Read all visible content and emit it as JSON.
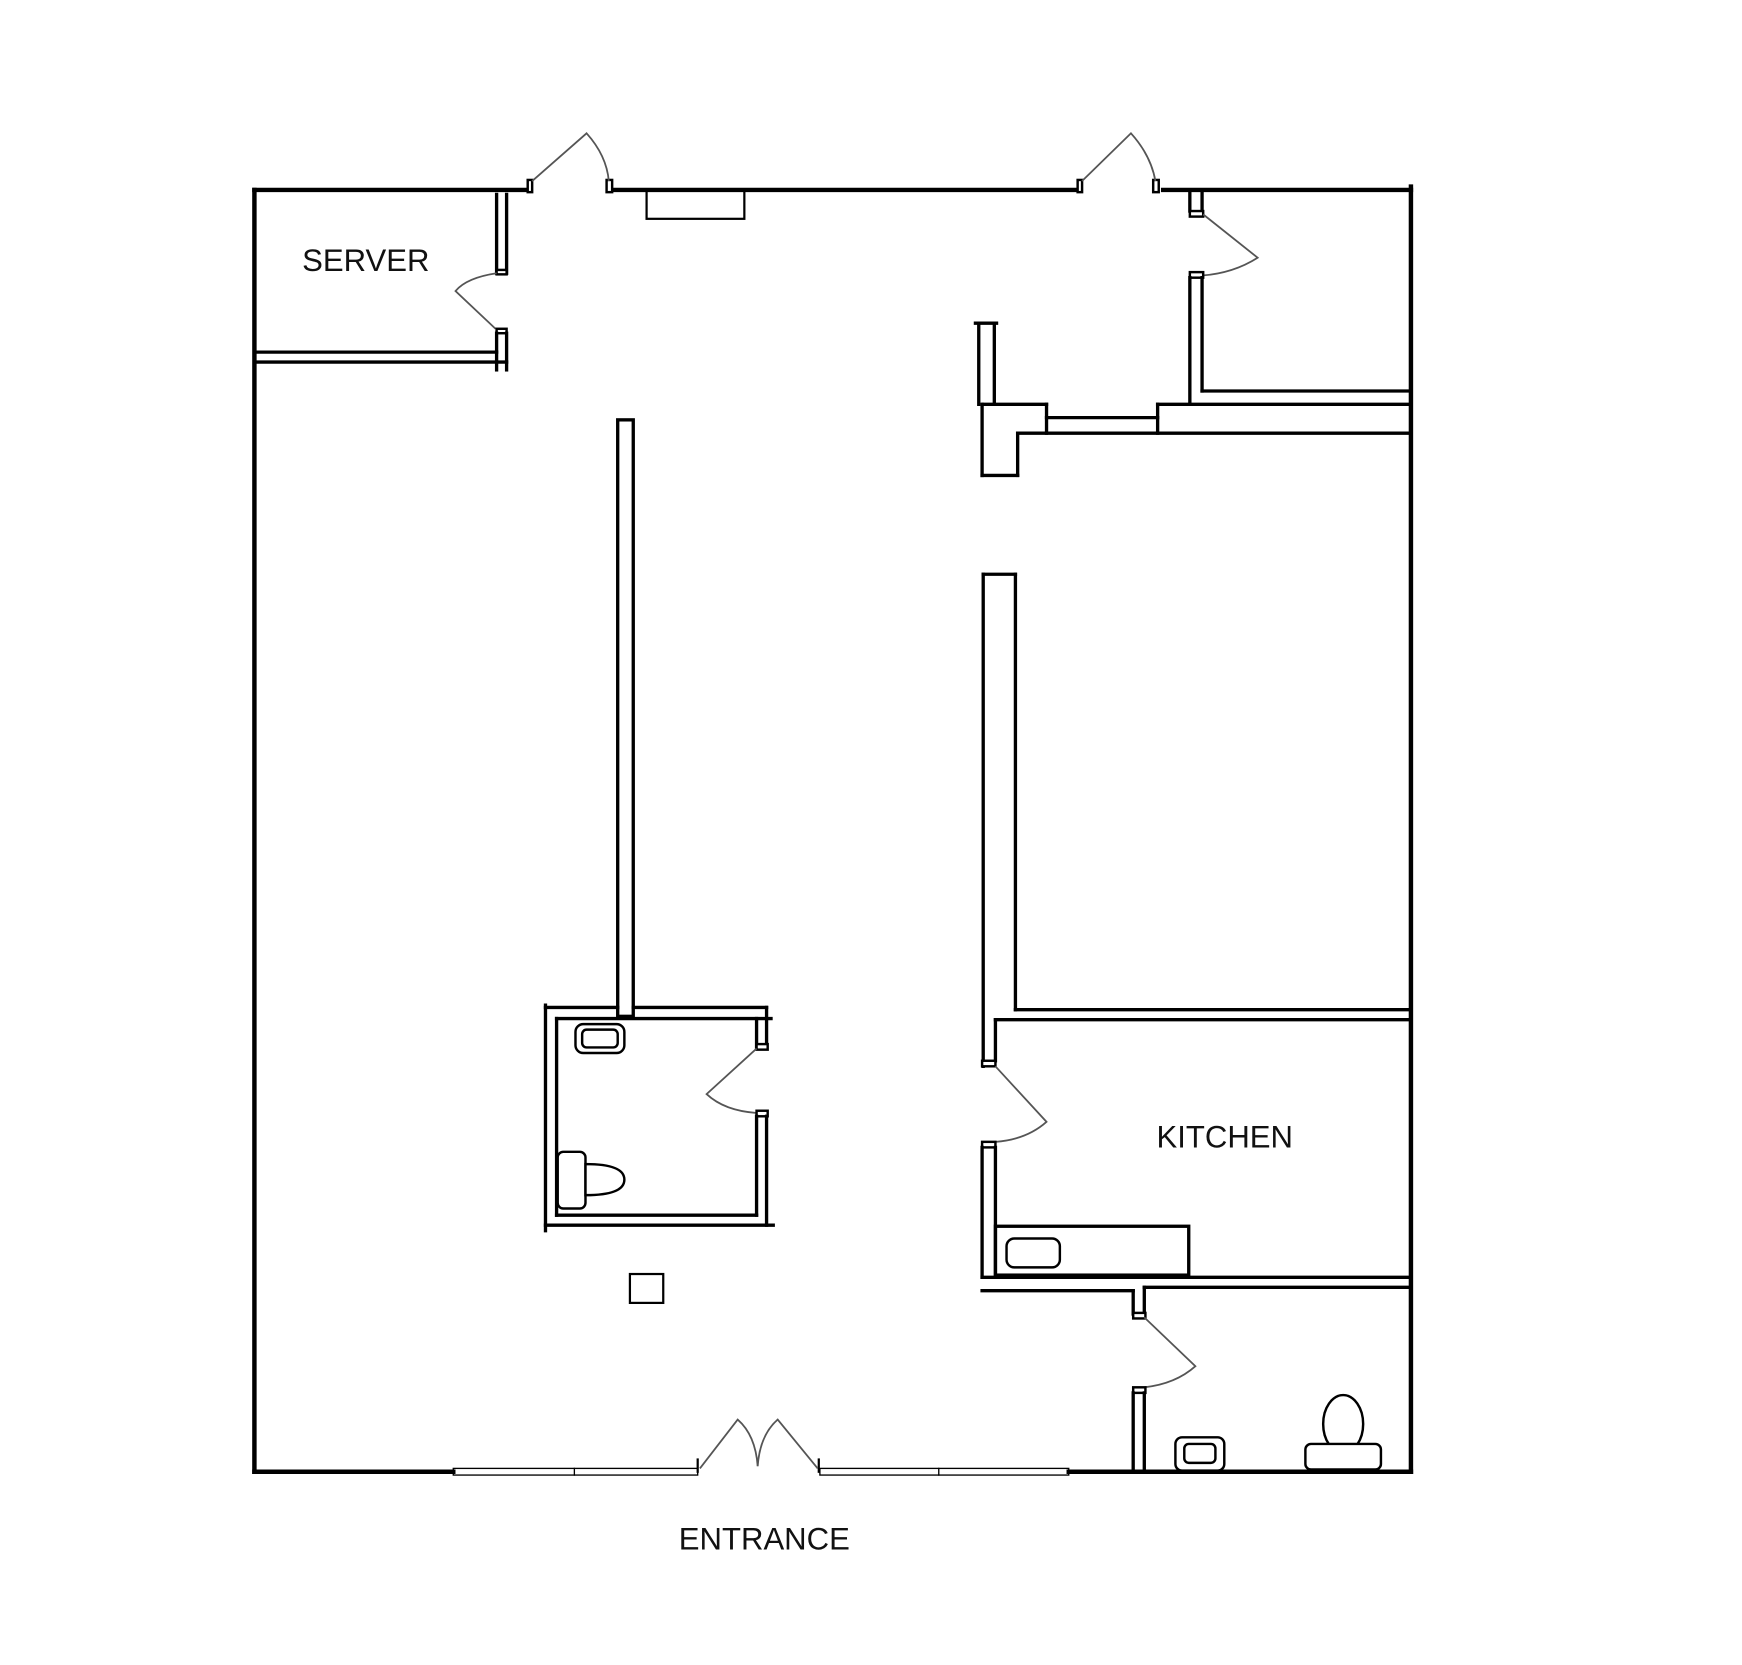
{
  "plan": {
    "title": "Floor plan",
    "colors": {
      "wall": "#000000",
      "background": "#ffffff",
      "door_swing": "#555555"
    }
  },
  "rooms": [
    {
      "id": "server",
      "label": "SERVER"
    },
    {
      "id": "kitchen",
      "label": "KITCHEN"
    },
    {
      "id": "restroom-center",
      "label": ""
    },
    {
      "id": "restroom-right",
      "label": ""
    },
    {
      "id": "office-right",
      "label": ""
    },
    {
      "id": "office-top-right",
      "label": ""
    }
  ],
  "labels": {
    "server": "SERVER",
    "kitchen": "KITCHEN",
    "entrance": "ENTRANCE"
  },
  "fixtures": [
    {
      "type": "sink",
      "room": "restroom-center"
    },
    {
      "type": "toilet",
      "room": "restroom-center"
    },
    {
      "type": "sink",
      "room": "kitchen"
    },
    {
      "type": "sink",
      "room": "restroom-right"
    },
    {
      "type": "toilet",
      "room": "restroom-right"
    }
  ],
  "doors": [
    "rear-door-left",
    "rear-door-right",
    "server-door",
    "top-right-office-door",
    "restroom-center-door",
    "kitchen-door",
    "restroom-right-door",
    "entrance-double-door"
  ]
}
